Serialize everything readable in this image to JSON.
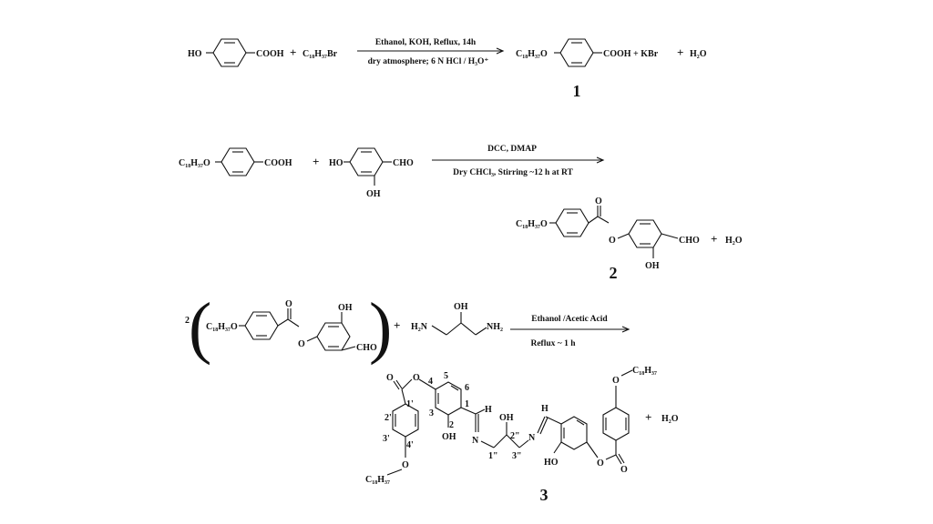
{
  "scheme": {
    "step1": {
      "reactant_a_left": "HO",
      "reactant_a_right": "COOH",
      "plus": "+",
      "reagent": "C₁₈H₃₇Br",
      "cond_top": "Ethanol, KOH, Reflux, 14h",
      "cond_bottom": "dry atmosphere; 6 N HCl / H₃O⁺",
      "product_left": "C₁₈H₃₇O",
      "product_right": "COOH + KBr",
      "plus2": "+",
      "water": "H₂O",
      "label": "1"
    },
    "step2": {
      "reactant_a_left": "C₁₈H₃₇O",
      "reactant_a_right": "COOH",
      "plus": "+",
      "reactant_b_left": "HO",
      "reactant_b_right": "CHO",
      "reactant_b_sub": "OH",
      "cond_top": "DCC, DMAP",
      "cond_bottom": "Dry CHCl₃, Stirring ~12 h at RT",
      "product_left": "C₁₈H₃₇O",
      "product_carbonyl": "O",
      "product_ester_o": "O",
      "product_right": "CHO",
      "product_sub": "OH",
      "plus2": "+",
      "water": "H₂O",
      "label": "2"
    },
    "step3": {
      "coefficient": "2",
      "reactant_left": "C₁₈H₃₇O",
      "reactant_carbonyl": "O",
      "reactant_ester_o": "O",
      "reactant_oh": "OH",
      "reactant_cho": "CHO",
      "plus": "+",
      "amine_left": "H₂N",
      "amine_oh": "OH",
      "amine_right": "NH₂",
      "cond_top": "Ethanol /Acetic Acid",
      "cond_bottom": "Reflux ~ 1 h",
      "product": {
        "carbonyl_left": "O",
        "ester_o_left": "O",
        "pos_4": "4",
        "pos_5": "5",
        "pos_6": "6",
        "pos_1": "1",
        "pos_3": "3",
        "pos_2": "2",
        "pos_1p": "1'",
        "pos_2p": "2'",
        "pos_3p": "3'",
        "pos_4p": "4'",
        "h_left": "H",
        "h_right": "H",
        "oh_left": "OH",
        "oh_center": "OH",
        "oh_right": "HO",
        "n_left": "N",
        "n_right": "N",
        "pos_1pp": "1\"",
        "pos_2pp": "2\"",
        "pos_3pp": "3\"",
        "alkoxy_bottom": "C₁₈H₃₇",
        "alkoxy_top": "C₁₈H₃₇",
        "o_top": "O",
        "o_bottom": "O",
        "carbonyl_right": "O",
        "ester_o_right": "O"
      },
      "plus2": "+",
      "water": "H₂O",
      "label": "3"
    }
  }
}
